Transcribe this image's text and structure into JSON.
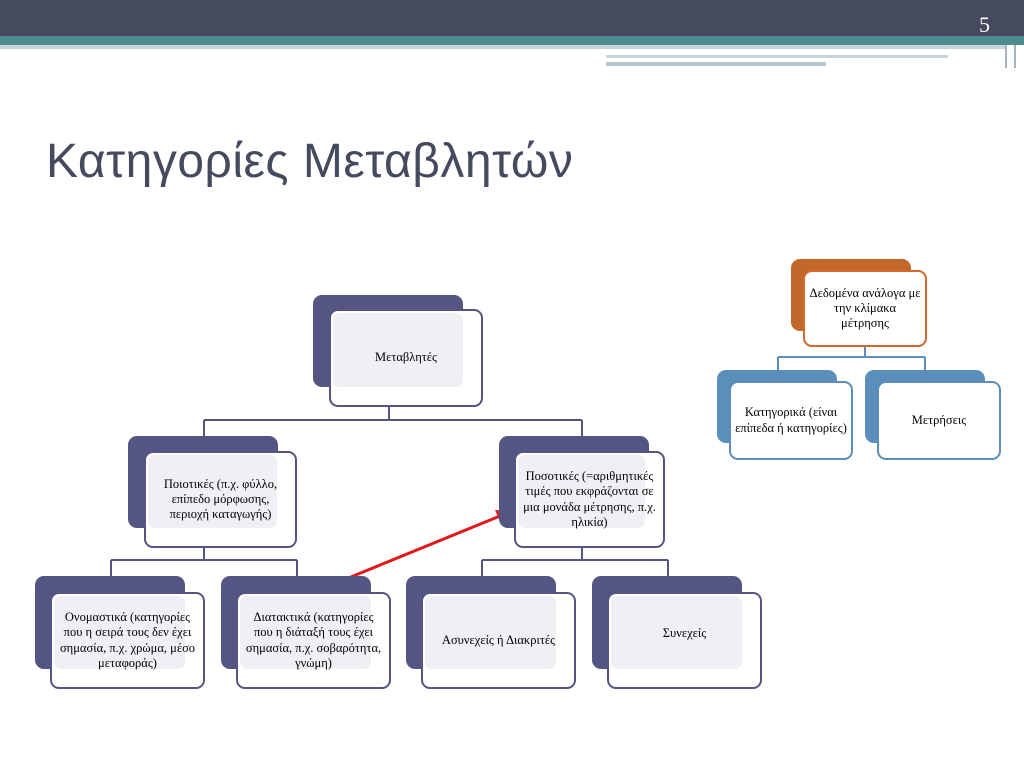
{
  "slide": {
    "number": "5",
    "title": "Κατηγορίες Μεταβλητών"
  },
  "diagram_main": {
    "root": "Μεταβλητές",
    "qualitative": "Ποιοτικές (π.χ. φύλλο, επίπεδο μόρφωσης, περιοχή καταγωγής)",
    "quantitative": "Ποσοτικές (=αριθμητικές τιμές που εκφράζονται σε μια μονάδα μέτρησης, π.χ. ηλικία)",
    "nominal": "Ονομαστικά (κατηγορίες που η σειρά τους δεν έχει σημασία, π.χ. χρώμα, μέσο μεταφοράς)",
    "ordinal": "Διατακτικά (κατηγορίες που η διάταξή τους έχει σημασία, π.χ. σοβαρότητα, γνώμη)",
    "discrete": "Ασυνεχείς ή Διακριτές",
    "continuous": "Συνεχείς"
  },
  "diagram_side": {
    "root": "Δεδομένα ανάλογα με την κλίμακα μέτρησης",
    "categorical": "Κατηγορικά (είναι επίπεδα ή κατηγορίες)",
    "measurements": "Μετρήσεις"
  },
  "colors": {
    "header_dark": "#464a5e",
    "teal": "#4e8b8f",
    "purple": "#545582",
    "blue": "#5b8ebb",
    "orange": "#c4672b",
    "arrow": "#e0191b"
  }
}
